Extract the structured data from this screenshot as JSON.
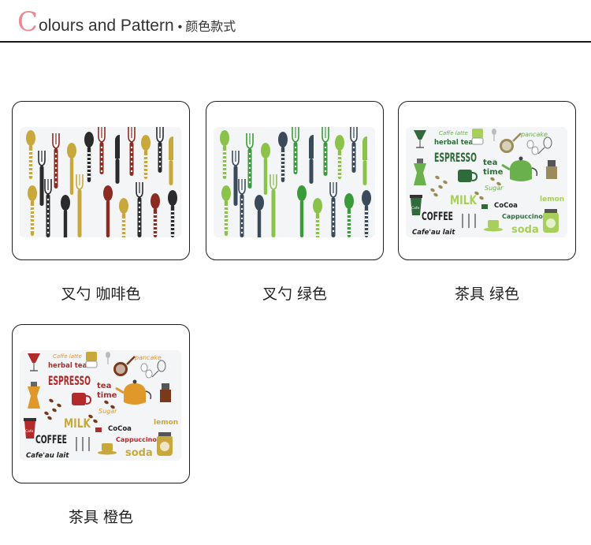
{
  "header": {
    "title_initial": "C",
    "title_rest": "olours and Pattern",
    "bullet": "•",
    "subtitle": "颜色款式"
  },
  "products": [
    {
      "caption": "叉勺 咖啡色",
      "pattern": "cutlery",
      "colors": [
        "#8b2c22",
        "#c9a83b",
        "#2b2b2b",
        "#e0e0e0"
      ]
    },
    {
      "caption": "叉勺 绿色",
      "pattern": "cutlery",
      "colors": [
        "#3a9b3a",
        "#8bc34a",
        "#3a4a5a",
        "#e0e0e0"
      ]
    },
    {
      "caption": "茶具 绿色",
      "pattern": "tea-set",
      "colors": [
        "#2f6b3a",
        "#6ab04c",
        "#a8cf5a",
        "#9b8b5a"
      ]
    },
    {
      "caption": "茶具 橙色",
      "pattern": "tea-set",
      "colors": [
        "#b22a2a",
        "#e0982a",
        "#c9a83b",
        "#7a3a1a"
      ]
    }
  ],
  "mat_words": {
    "caffe_latte": "Caffe latte",
    "herbal_tea": "herbal tea",
    "espresso": "ESPRESSO",
    "tea": "tea",
    "time": "time",
    "pancake": "pancake",
    "sugar": "Sugar",
    "milk": "MILK",
    "cocoa": "CoCoa",
    "coffee": "COFFEE",
    "lemon": "lemon",
    "cappuccino": "Cappuccino",
    "soda": "soda",
    "cafe_au_lait": "Cafe'au lait",
    "cup_label": "Cafe"
  }
}
